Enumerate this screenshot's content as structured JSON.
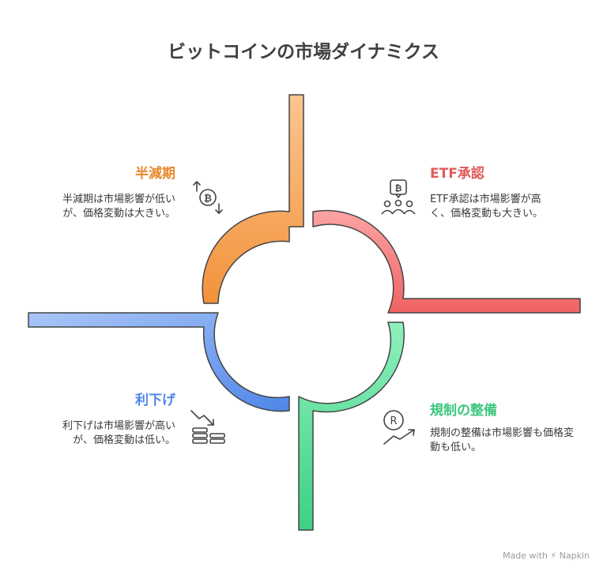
{
  "title": "ビットコインの市場ダイナミクス",
  "quadrants": [
    {
      "heading": "半減期",
      "description": "半減期は市場影響が低いが、価格変動は大きい。",
      "color": "#e8892f",
      "icon": "bitcoin-cycle-icon"
    },
    {
      "heading": "ETF承認",
      "description": "ETF承認は市場影響が高く、価格変動も大きい。",
      "color": "#e05a5a",
      "icon": "bitcoin-community-icon"
    },
    {
      "heading": "利下げ",
      "description": "利下げは市場影響が高いが、価格変動は低い。",
      "color": "#4f86e8",
      "icon": "coins-decline-icon"
    },
    {
      "heading": "規制の整備",
      "description": "規制の整備は市場影響も価格変動も低い。",
      "color": "#3cc77d",
      "icon": "regulation-growth-icon"
    }
  ],
  "footer": {
    "made_with": "Made with",
    "brand": "Napkin"
  }
}
